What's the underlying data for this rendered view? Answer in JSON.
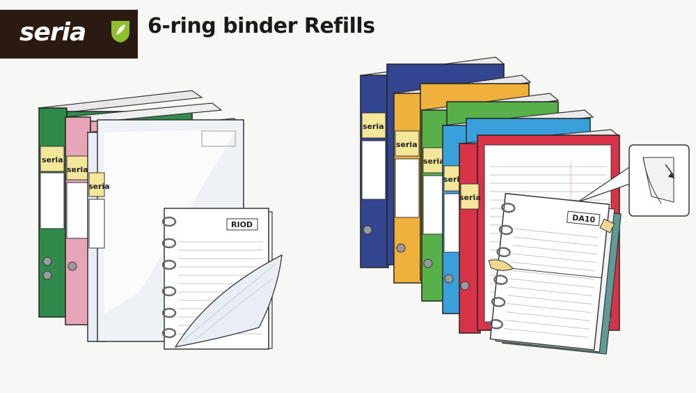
{
  "brand": {
    "logo_text": "seria",
    "accent": "#8fbf2f",
    "background": "#2a1a12"
  },
  "header": {
    "title": "6-ring binder Refills"
  },
  "binders": {
    "spine_label": "seria",
    "left_group_colors": [
      "#2f8a4c",
      "#e7a6b8",
      "#e9eef4"
    ],
    "right_group_colors": [
      "#33458f",
      "#f0b13c",
      "#57b04a",
      "#3aa0dc",
      "#d9334a"
    ]
  },
  "refills": {
    "left_tag": "RIOD",
    "right_tag": "DA10"
  }
}
